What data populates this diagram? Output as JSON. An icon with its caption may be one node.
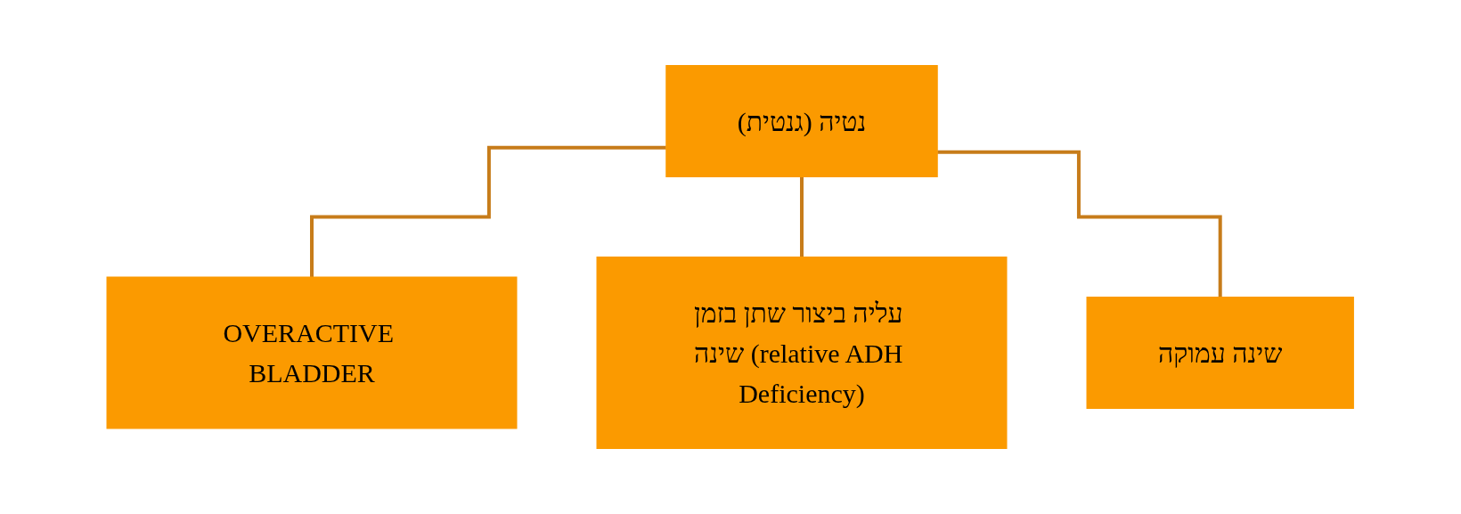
{
  "diagram": {
    "nodes": [
      {
        "text": [
          "נטיה (גנטית)"
        ]
      },
      {
        "text": [
          "OVERACTIVE BLADDER"
        ]
      },
      {
        "text": [
          "עליה ביצור שתן בזמן שינה (relative ADH Deficiency)"
        ]
      },
      {
        "text": [
          "שינה עמוקה"
        ]
      }
    ],
    "edges": [
      {
        "from": 0,
        "to": 1,
        "arrow": "none"
      },
      {
        "from": 0,
        "to": 2,
        "arrow": "none"
      },
      {
        "from": 0,
        "to": 3,
        "arrow": "none"
      }
    ]
  }
}
